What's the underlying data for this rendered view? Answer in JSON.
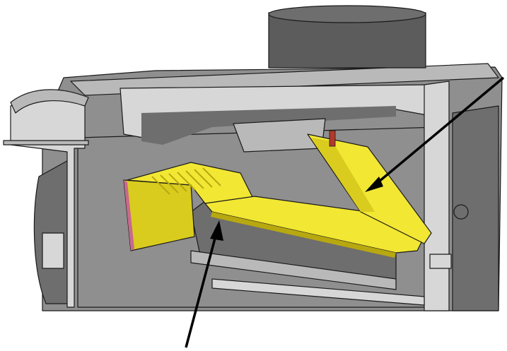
{
  "figure": {
    "kind": "cutaway illustration",
    "colors": {
      "background": "#ffffff",
      "body_dark": "#6e6e6e",
      "body_mid": "#8f8f8f",
      "body_light": "#b9b9b9",
      "panel_light": "#d7d7d7",
      "outline": "#1a1a1a",
      "baffle_yellow": "#f2e733",
      "baffle_yellow_dark": "#d9cc1e",
      "baffle_shadow": "#b8a810",
      "edge_pink": "#c86a8e",
      "flue": "#5c5c5c",
      "arrow": "#000000"
    },
    "arrows": [
      {
        "target": "yellow-baffle-plate"
      },
      {
        "target": "grey-deflector-box"
      }
    ],
    "labels": []
  }
}
